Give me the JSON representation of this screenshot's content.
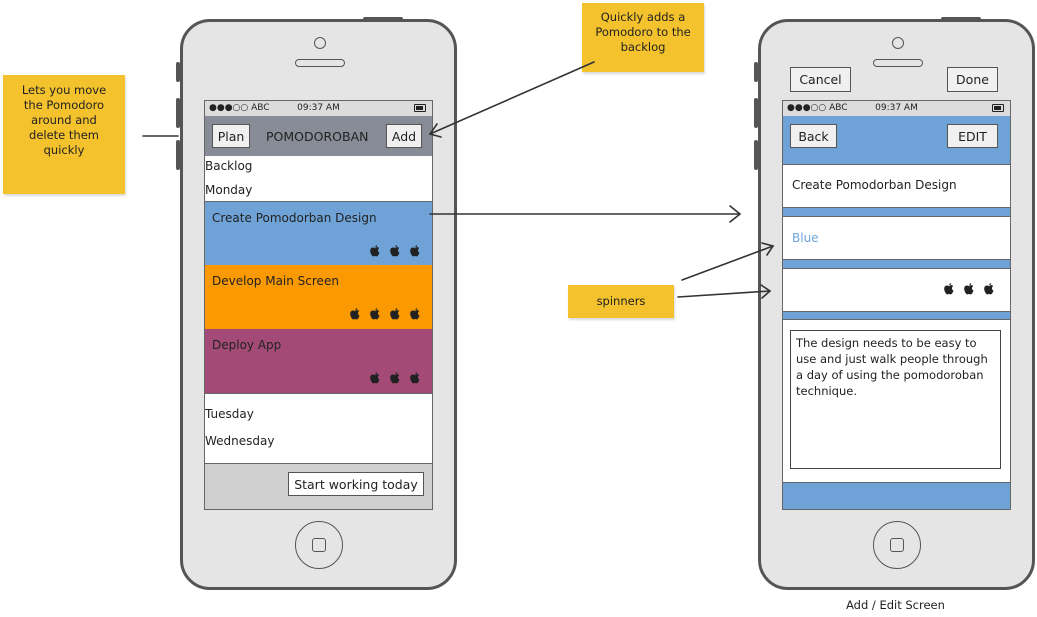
{
  "notes": {
    "move_note": "Lets you move the Pomodoro around and delete them quickly",
    "add_note": "Quickly adds a Pomodoro to the backlog",
    "spinners_note": "spinners"
  },
  "caption": "Add / Edit Screen",
  "status_bar": {
    "signal": "●●●○○ ABC",
    "time": "09:37 AM"
  },
  "main_screen": {
    "plan_label": "Plan",
    "title": "POMODOROBAN",
    "add_label": "Add",
    "sections": {
      "backlog": "Backlog",
      "monday": "Monday",
      "tuesday": "Tuesday",
      "wednesday": "Wednesday"
    },
    "tasks": [
      {
        "title": "Create Pomodorban Design",
        "color": "#6fa3d8",
        "pomodoros": 3
      },
      {
        "title": "Develop Main Screen",
        "color": "#fb9a00",
        "pomodoros": 4
      },
      {
        "title": "Deploy App",
        "color": "#a44a76",
        "pomodoros": 3
      }
    ],
    "start_label": "Start working today"
  },
  "edit_screen": {
    "cancel_label": "Cancel",
    "done_label": "Done",
    "back_label": "Back",
    "edit_label": "EDIT",
    "task_title": "Create Pomodorban Design",
    "color_value": "Blue",
    "pomodoros": 3,
    "description": "The design needs to be easy to use and just walk people through a day of using the pomodoroban technique.",
    "accent_color": "#6fa3d8"
  },
  "colors": {
    "note": "#f3c22d",
    "header_gray": "#878c96",
    "footer_gray": "#cfcfcf"
  }
}
